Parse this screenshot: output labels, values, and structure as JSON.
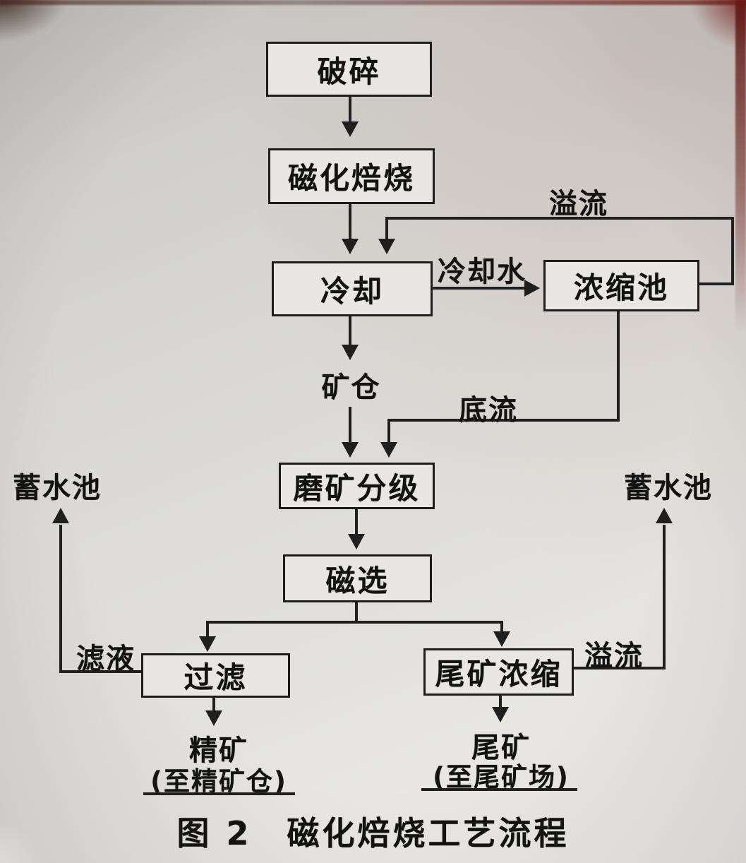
{
  "caption": "图 2　磁化焙烧工艺流程",
  "nodes": {
    "crushing": "破碎",
    "roasting": "磁化焙烧",
    "cooling": "冷却",
    "thickener": "浓缩池",
    "grinding": "磨矿分级",
    "magnetic": "磁选",
    "filtration": "过滤",
    "tailings_thickener": "尾矿浓缩"
  },
  "labels": {
    "overflow_top": "溢流",
    "cooling_water": "冷却水",
    "ore_bin": "矿仓",
    "underflow": "底流",
    "reservoir_left": "蓄水池",
    "reservoir_right": "蓄水池",
    "filtrate": "滤液",
    "overflow_right": "溢流",
    "concentrate": "精矿",
    "concentrate_note": "(至精矿仓)",
    "tailings": "尾矿",
    "tailings_note": "(至尾矿场)"
  },
  "colors": {
    "ink": "#1f1f1f",
    "paper": "#dad9d5",
    "photo_edge_red": "#64120e"
  }
}
